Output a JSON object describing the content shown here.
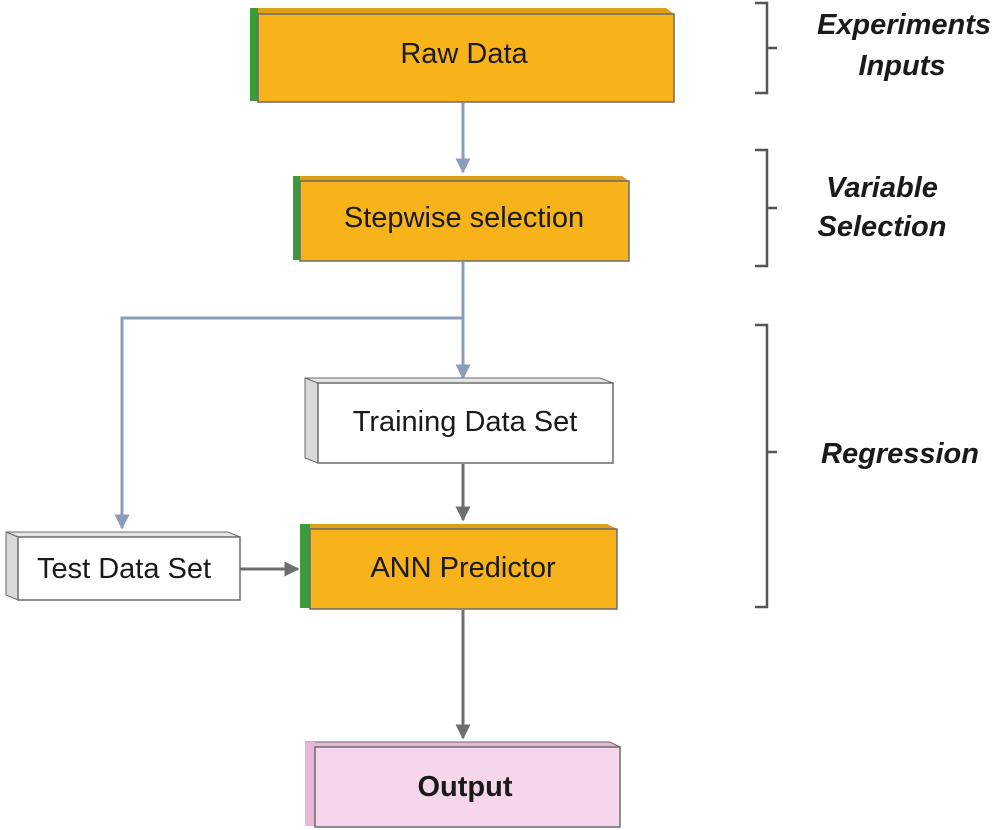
{
  "colors": {
    "process_fill": "#f7b319",
    "process_accent": "#3c9a3c",
    "data_fill": "#ffffff",
    "data_accent": "#d9d9d9",
    "output_fill": "#f6d6ea",
    "output_accent": "#e9b7d5",
    "connector_blue": "#8a9db8",
    "connector_gray": "#6e6e6e"
  },
  "nodes": {
    "raw_data": "Raw Data",
    "stepwise_selection": "Stepwise selection",
    "training_data_set": "Training Data Set",
    "test_data_set": "Test Data Set",
    "ann_predictor": "ANN Predictor",
    "output": "Output"
  },
  "stages": {
    "experiments_line1": "Experiments",
    "experiments_line2": "Inputs",
    "variable_line1": "Variable",
    "variable_line2": "Selection",
    "regression": "Regression"
  }
}
